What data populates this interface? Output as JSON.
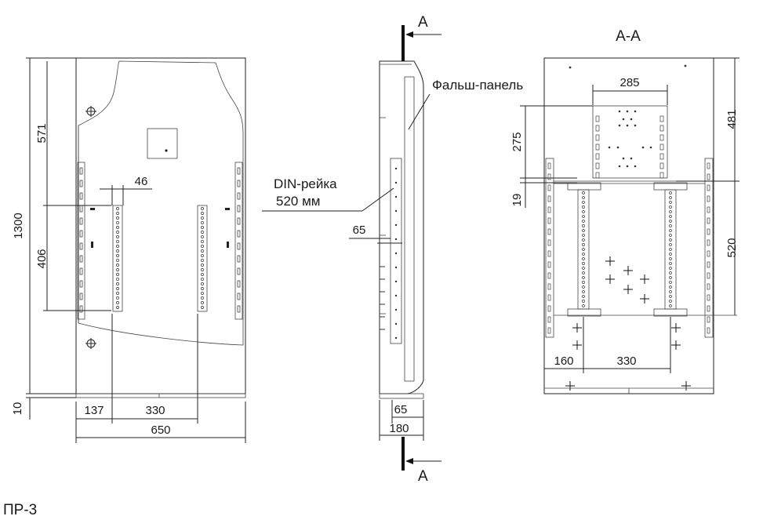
{
  "front": {
    "dim_1300": "1300",
    "dim_571": "571",
    "dim_406": "406",
    "dim_46": "46",
    "dim_10": "10",
    "dim_137": "137",
    "dim_330": "330",
    "dim_650": "650"
  },
  "side": {
    "section_mark_top": "A",
    "section_mark_bottom": "A",
    "false_panel_label": "Фальш-панель",
    "din_rail_label_1": "DIN-рейка",
    "din_rail_label_2": "520 мм",
    "dim_65_rail": "65",
    "dim_65_bottom": "65",
    "dim_180": "180"
  },
  "section": {
    "title": "А-А",
    "dim_285": "285",
    "dim_275": "275",
    "dim_19": "19",
    "dim_481": "481",
    "dim_520": "520",
    "dim_160": "160",
    "dim_330": "330"
  },
  "caption": "ПР-3"
}
